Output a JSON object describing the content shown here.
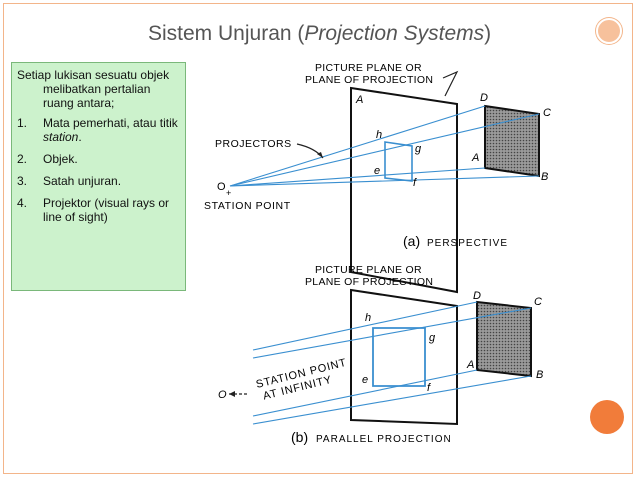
{
  "slide": {
    "title_main": "Sistem Unjuran (",
    "title_italic": "Projection Systems",
    "title_end": ")"
  },
  "textbox": {
    "intro": "Setiap lukisan sesuatu objek melibatkan pertalian ruang antara;",
    "items": [
      {
        "num": "1.",
        "text": "Mata pemerhati, atau titik ",
        "italic": "station",
        "after": "."
      },
      {
        "num": "2.",
        "text": "Objek."
      },
      {
        "num": "3.",
        "text": "Satah unjuran."
      },
      {
        "num": "4.",
        "text": "Projektor (visual rays or line of sight)"
      }
    ]
  },
  "diagram_a": {
    "plane_label_1": "PICTURE PLANE OR",
    "plane_label_2": "PLANE OF PROJECTION",
    "projectors_label": "PROJECTORS",
    "station_o": "O",
    "station_label": "STATION POINT",
    "caption_letter": "(a)",
    "caption": "PERSPECTIVE",
    "pt_A_plane": "A",
    "pt_h": "h",
    "pt_g": "g",
    "pt_e": "e",
    "pt_f": "f",
    "pt_D": "D",
    "pt_C": "C",
    "pt_A": "A",
    "pt_B": "B"
  },
  "diagram_b": {
    "plane_label_1": "PICTURE PLANE OR",
    "plane_label_2": "PLANE OF PROJECTION",
    "station_label_1": "STATION POINT",
    "station_label_2": "AT INFINITY",
    "station_o": "O",
    "caption_letter": "(b)",
    "caption": "PARALLEL PROJECTION",
    "pt_h": "h",
    "pt_g": "g",
    "pt_e": "e",
    "pt_f": "f",
    "pt_D": "D",
    "pt_C": "C",
    "pt_A": "A",
    "pt_B": "B"
  },
  "colors": {
    "accent": "#f07f3c",
    "textbox_bg": "#ccf2cc",
    "projector_line": "#3a8fd0",
    "title_text": "#555555"
  }
}
